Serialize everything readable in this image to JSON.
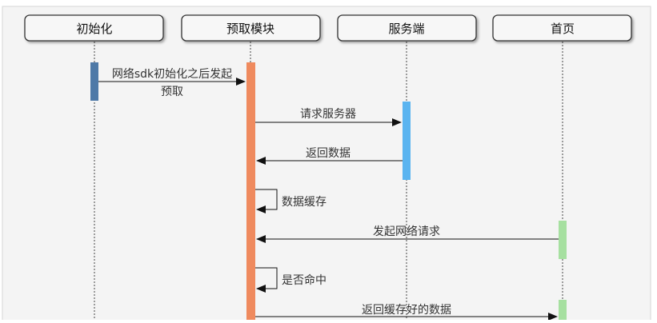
{
  "participants": [
    {
      "label": "初始化"
    },
    {
      "label": "预取模块"
    },
    {
      "label": "服务端"
    },
    {
      "label": "首页"
    }
  ],
  "messages": [
    {
      "line1": "网络sdk初始化之后发起",
      "line2": "预取"
    },
    {
      "text": "请求服务器"
    },
    {
      "text": "返回数据"
    },
    {
      "text": "数据缓存"
    },
    {
      "text": "发起网络请求"
    },
    {
      "text": "是否命中"
    },
    {
      "text": "返回缓存好的数据"
    }
  ],
  "colors": {
    "frame_bg": "#f4f4f4",
    "box_fill": "#f7f7f7",
    "box_stroke": "#333333",
    "init_activation": "#4e79a7",
    "prefetch_activation": "#ef8a5e",
    "server_activation": "#5ab4f0",
    "home_activation": "#a6e0a0"
  }
}
